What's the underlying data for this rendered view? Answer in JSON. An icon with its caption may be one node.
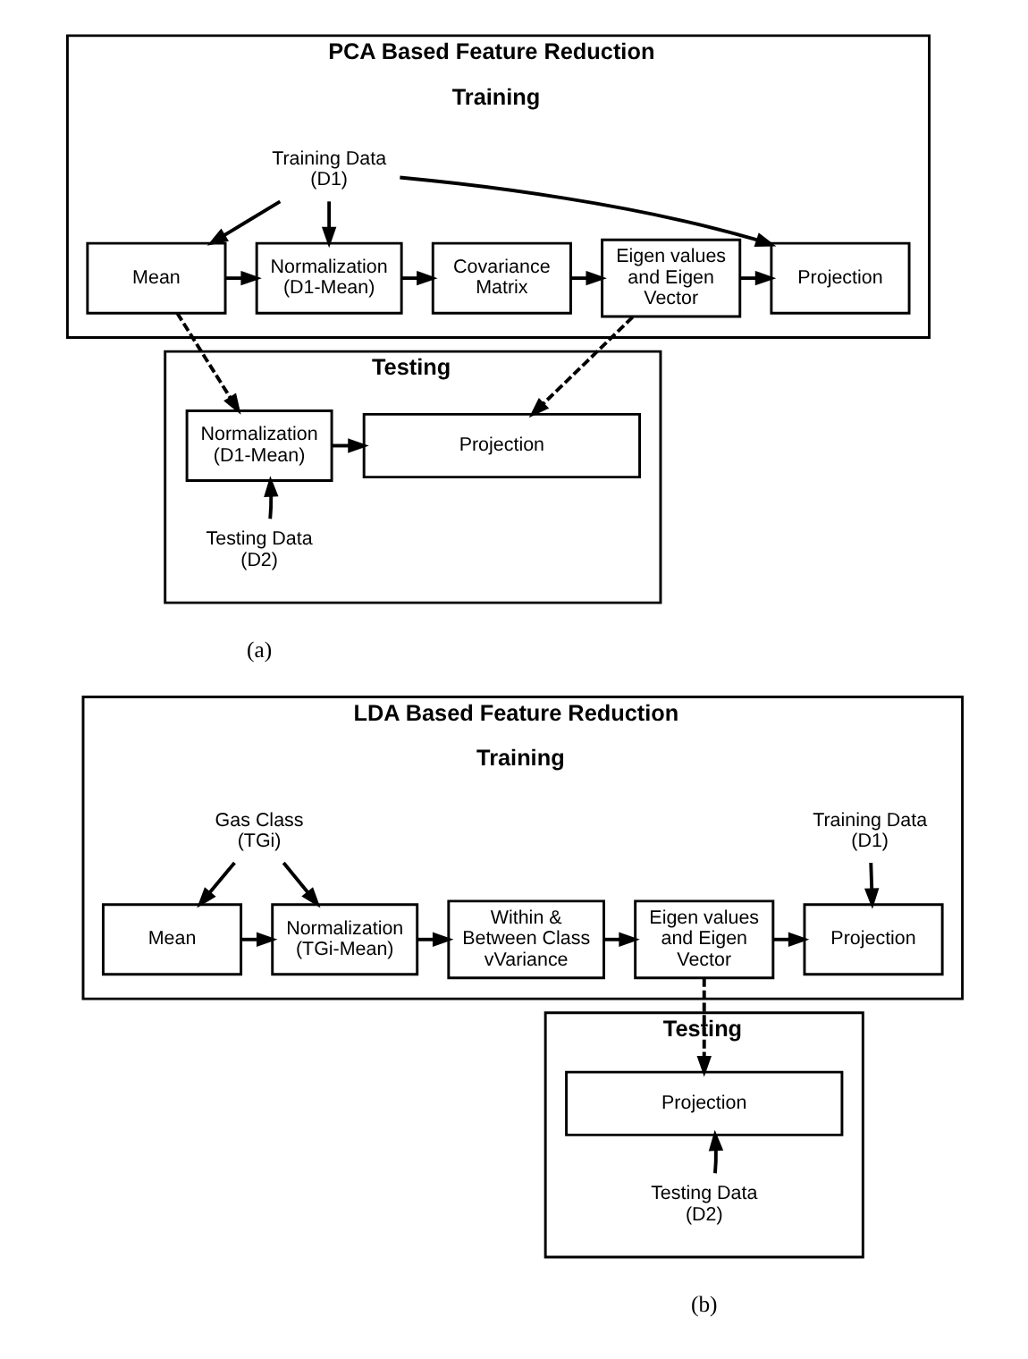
{
  "diagram": {
    "nodes": [
      {
        "text": [
          "PCA Based Feature Reduction",
          "Training"
        ]
      },
      {
        "text": [
          "Training Data (D1)"
        ],
        "in": 0
      },
      {
        "text": [
          "Mean"
        ],
        "in": 0
      },
      {
        "text": [
          "Normalization (D1-Mean)"
        ],
        "in": 0
      },
      {
        "text": [
          "Covariance Matrix"
        ],
        "in": 0
      },
      {
        "text": [
          "Eigen values and Eigen Vector"
        ],
        "in": 0
      },
      {
        "text": [
          "Projection"
        ],
        "in": 0
      },
      {
        "text": [
          "Testing"
        ]
      },
      {
        "text": [
          "Normalization (D1-Mean)"
        ],
        "in": 7
      },
      {
        "text": [
          "Testing Data (D2)"
        ],
        "in": 7
      },
      {
        "text": [
          "Projection"
        ],
        "in": 7
      },
      {
        "text": [
          "LDA Based Feature Reduction",
          "Training"
        ]
      },
      {
        "text": [
          "Gas Class (TGi)"
        ],
        "in": 11
      },
      {
        "text": [
          "Mean"
        ],
        "in": 11
      },
      {
        "text": [
          "Normalization (TGi-Mean)"
        ],
        "in": 11
      },
      {
        "text": [
          "Within & Between Class vVariance"
        ],
        "in": 11
      },
      {
        "text": [
          "Eigen values and Eigen Vector"
        ],
        "in": 11
      },
      {
        "text": [
          "Training Data (D1)"
        ],
        "in": 11
      },
      {
        "text": [
          "Projection"
        ],
        "in": 11
      },
      {
        "text": [
          "Testing"
        ]
      },
      {
        "text": [
          "Projection"
        ],
        "in": 19
      },
      {
        "text": [
          "Testing Data (D2)"
        ],
        "in": 19
      }
    ],
    "edges": [
      {
        "from": 1,
        "to": 2,
        "arrow": "to"
      },
      {
        "from": 1,
        "to": 3,
        "arrow": "to"
      },
      {
        "from": 1,
        "to": 6,
        "arrow": "to"
      },
      {
        "from": 2,
        "to": 3,
        "arrow": "to"
      },
      {
        "from": 3,
        "to": 4,
        "arrow": "to"
      },
      {
        "from": 4,
        "to": 5,
        "arrow": "to"
      },
      {
        "from": 5,
        "to": 6,
        "arrow": "to"
      },
      {
        "from": 2,
        "to": 8,
        "arrow": "to",
        "style": "dashed"
      },
      {
        "from": 5,
        "to": 10,
        "arrow": "to",
        "style": "dashed"
      },
      {
        "from": 8,
        "to": 10,
        "arrow": "to"
      },
      {
        "from": 9,
        "to": 8,
        "arrow": "to"
      },
      {
        "from": 12,
        "to": 13,
        "arrow": "to"
      },
      {
        "from": 12,
        "to": 14,
        "arrow": "to"
      },
      {
        "from": 13,
        "to": 14,
        "arrow": "to"
      },
      {
        "from": 14,
        "to": 15,
        "arrow": "to"
      },
      {
        "from": 15,
        "to": 16,
        "arrow": "to"
      },
      {
        "from": 16,
        "to": 18,
        "arrow": "to"
      },
      {
        "from": 17,
        "to": 18,
        "arrow": "to"
      },
      {
        "from": 16,
        "to": 20,
        "arrow": "to",
        "style": "dashed"
      },
      {
        "from": 21,
        "to": 20,
        "arrow": "to"
      }
    ],
    "labels": [
      "(a)",
      "(b)"
    ]
  }
}
